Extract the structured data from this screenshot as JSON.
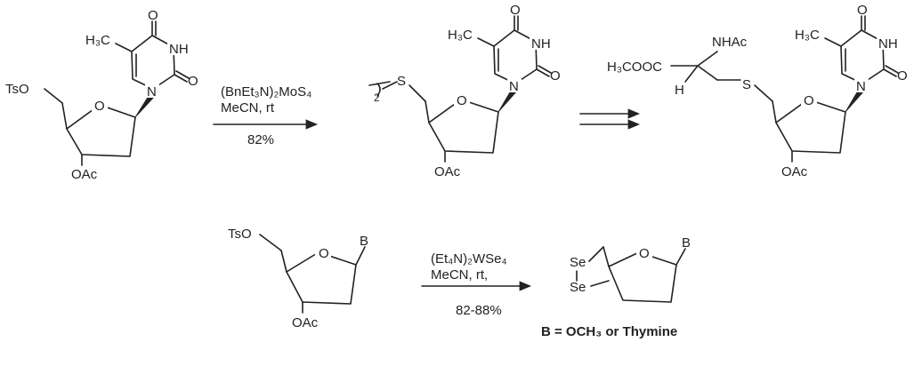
{
  "scheme_1": {
    "reactant": {
      "ts_label": "TsO",
      "ring_o": "O",
      "acetate": "OAc",
      "methyl": "H₃C",
      "carbonyl_top": "O",
      "nh": "NH",
      "n1": "N",
      "carbonyl_right": "O"
    },
    "reagent_line1": "(BnEt₃N)₂MoS₄",
    "reagent_line2": "MeCN, rt",
    "yield": "82%",
    "product": {
      "dimer_sub": "2",
      "sulfur": "S",
      "ring_o": "O",
      "acetate": "OAc",
      "methyl": "H₃C",
      "carbonyl_top": "O",
      "nh": "NH",
      "n1": "N",
      "carbonyl_right": "O"
    },
    "final": {
      "ester": "H₃COOC",
      "nhac": "NHAc",
      "h": "H",
      "sulfur": "S",
      "ring_o": "O",
      "acetate": "OAc",
      "methyl": "H₃C",
      "carbonyl_top": "O",
      "nh": "NH",
      "n1": "N",
      "carbonyl_right": "O"
    }
  },
  "scheme_2": {
    "reactant": {
      "ts_label": "TsO",
      "ring_o": "O",
      "base": "B",
      "acetate": "OAc"
    },
    "reagent_line1": "(Et₄N)₂WSe₄",
    "reagent_line2": "MeCN, rt,",
    "yield": "82-88%",
    "product": {
      "se_top": "Se",
      "se_bottom": "Se",
      "ring_o": "O",
      "base": "B"
    },
    "legend": "B  = OCH₃ or Thymine"
  }
}
